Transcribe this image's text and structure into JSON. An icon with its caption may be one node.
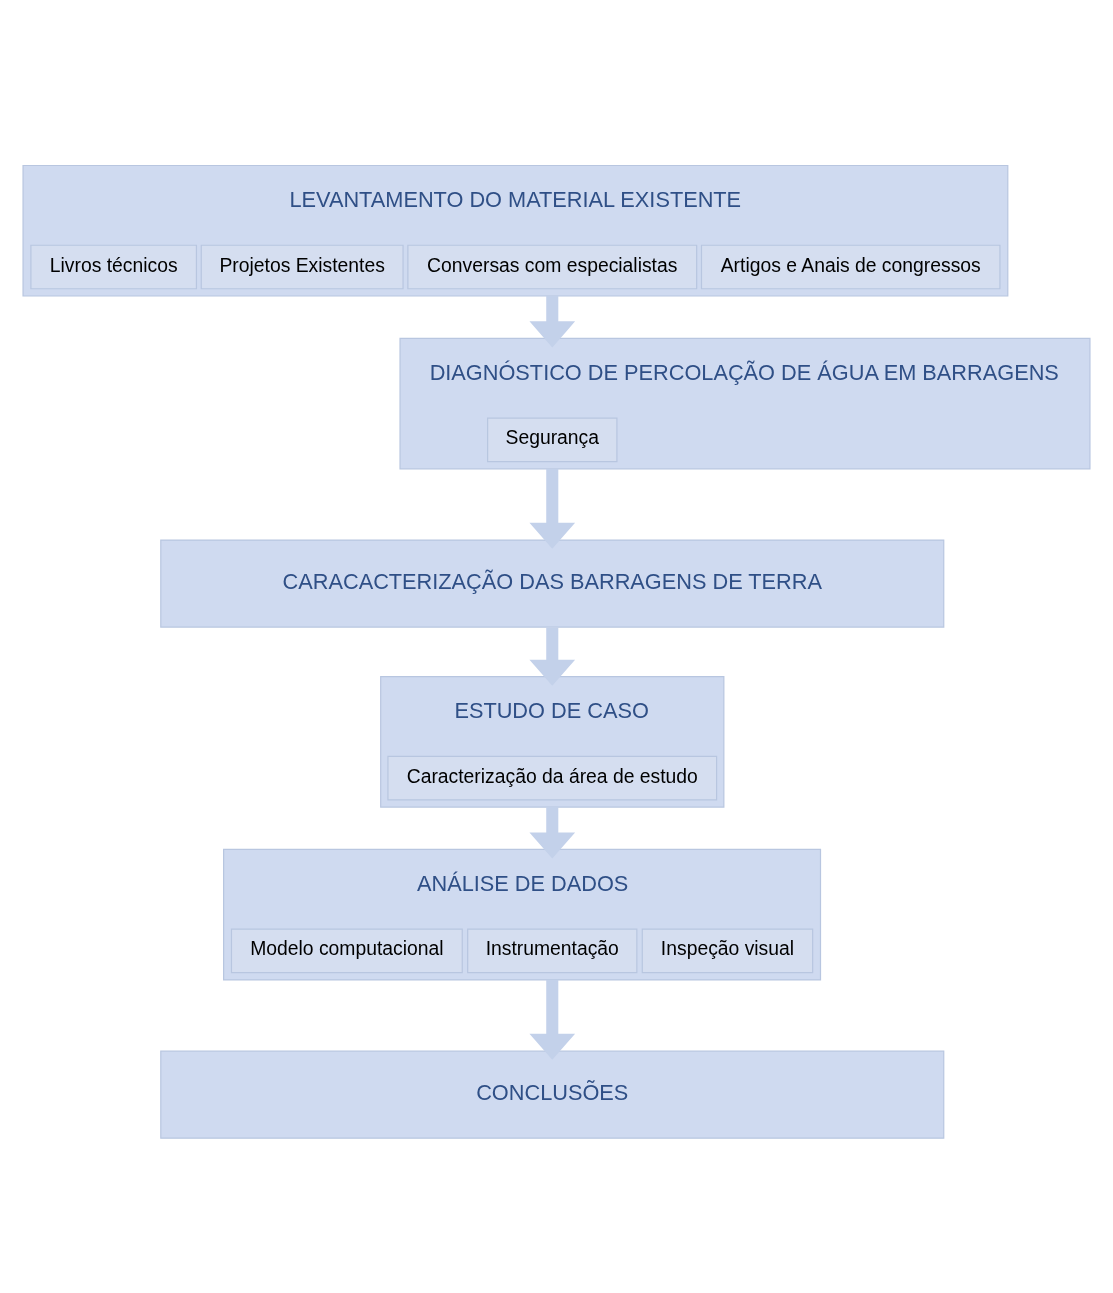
{
  "diagram": {
    "nodes": [
      {
        "text": [
          "LEVANTAMENTO DO MATERIAL EXISTENTE"
        ]
      },
      {
        "text": [
          "Livros técnicos"
        ],
        "in": 0
      },
      {
        "text": [
          "Projetos Existentes"
        ],
        "in": 0
      },
      {
        "text": [
          "Conversas com especialistas"
        ],
        "in": 0
      },
      {
        "text": [
          "Artigos e Anais de congressos"
        ],
        "in": 0
      },
      {
        "text": [
          "DIAGNÓSTICO DE PERCOLAÇÃO DE ÁGUA EM BARRAGENS"
        ]
      },
      {
        "text": [
          "Segurança"
        ],
        "in": 5
      },
      {
        "text": [
          "CARACACTERIZAÇÃO DAS BARRAGENS DE TERRA"
        ]
      },
      {
        "text": [
          "ESTUDO DE CASO"
        ]
      },
      {
        "text": [
          "Caracterização da área de estudo"
        ],
        "in": 8
      },
      {
        "text": [
          "ANÁLISE DE DADOS"
        ]
      },
      {
        "text": [
          "Modelo computacional"
        ],
        "in": 10
      },
      {
        "text": [
          "Instrumentação"
        ],
        "in": 10
      },
      {
        "text": [
          "Inspeção visual"
        ],
        "in": 10
      },
      {
        "text": [
          "CONCLUSÕES"
        ]
      }
    ],
    "edges": [
      {
        "from": 0,
        "to": 5,
        "arrow": "to"
      },
      {
        "from": 5,
        "to": 7,
        "arrow": "to"
      },
      {
        "from": 7,
        "to": 8,
        "arrow": "to"
      },
      {
        "from": 8,
        "to": 10,
        "arrow": "to"
      },
      {
        "from": 10,
        "to": 14,
        "arrow": "to"
      }
    ]
  }
}
